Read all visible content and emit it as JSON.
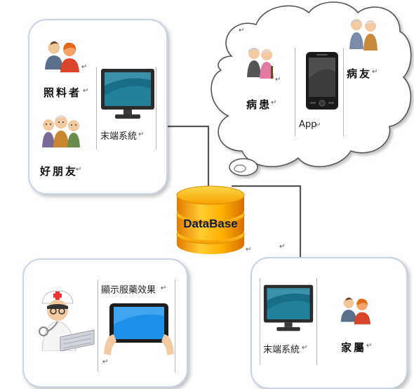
{
  "caregiver_panel": {
    "caregiver_label": "照料者",
    "friends_label": "好朋友",
    "terminal_label": "末端系統"
  },
  "patient_cloud": {
    "patient_label": "病患",
    "peer_label": "病友",
    "app_label": "App"
  },
  "database": {
    "label": "DataBase"
  },
  "doctor_panel": {
    "caption": "顯示服藥效果"
  },
  "family_panel": {
    "terminal_label": "末端系統",
    "family_label": "家屬"
  },
  "paragraph_mark": "↵"
}
